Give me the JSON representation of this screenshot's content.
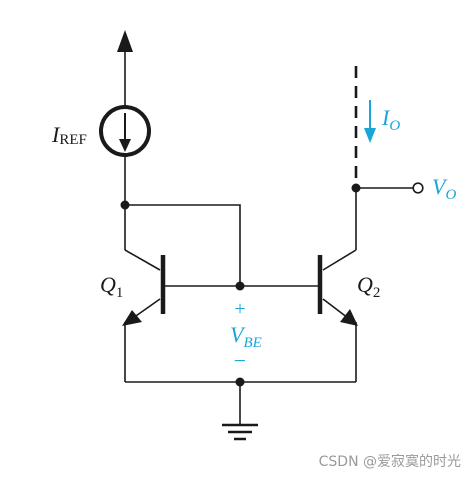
{
  "labels": {
    "iref_main": "I",
    "iref_sub": "REF",
    "io_main": "I",
    "io_sub": "O",
    "vo_main": "V",
    "vo_sub": "O",
    "q1_main": "Q",
    "q1_sub": "1",
    "q2_main": "Q",
    "q2_sub": "2",
    "vbe_plus": "+",
    "vbe_main": "V",
    "vbe_sub": "BE",
    "vbe_minus": "−"
  },
  "watermark": "CSDN @爱寂寞的时光",
  "colors": {
    "wire": "#1a1a1a",
    "accent": "#18a6d9",
    "watermark": "#9a9a9a"
  }
}
